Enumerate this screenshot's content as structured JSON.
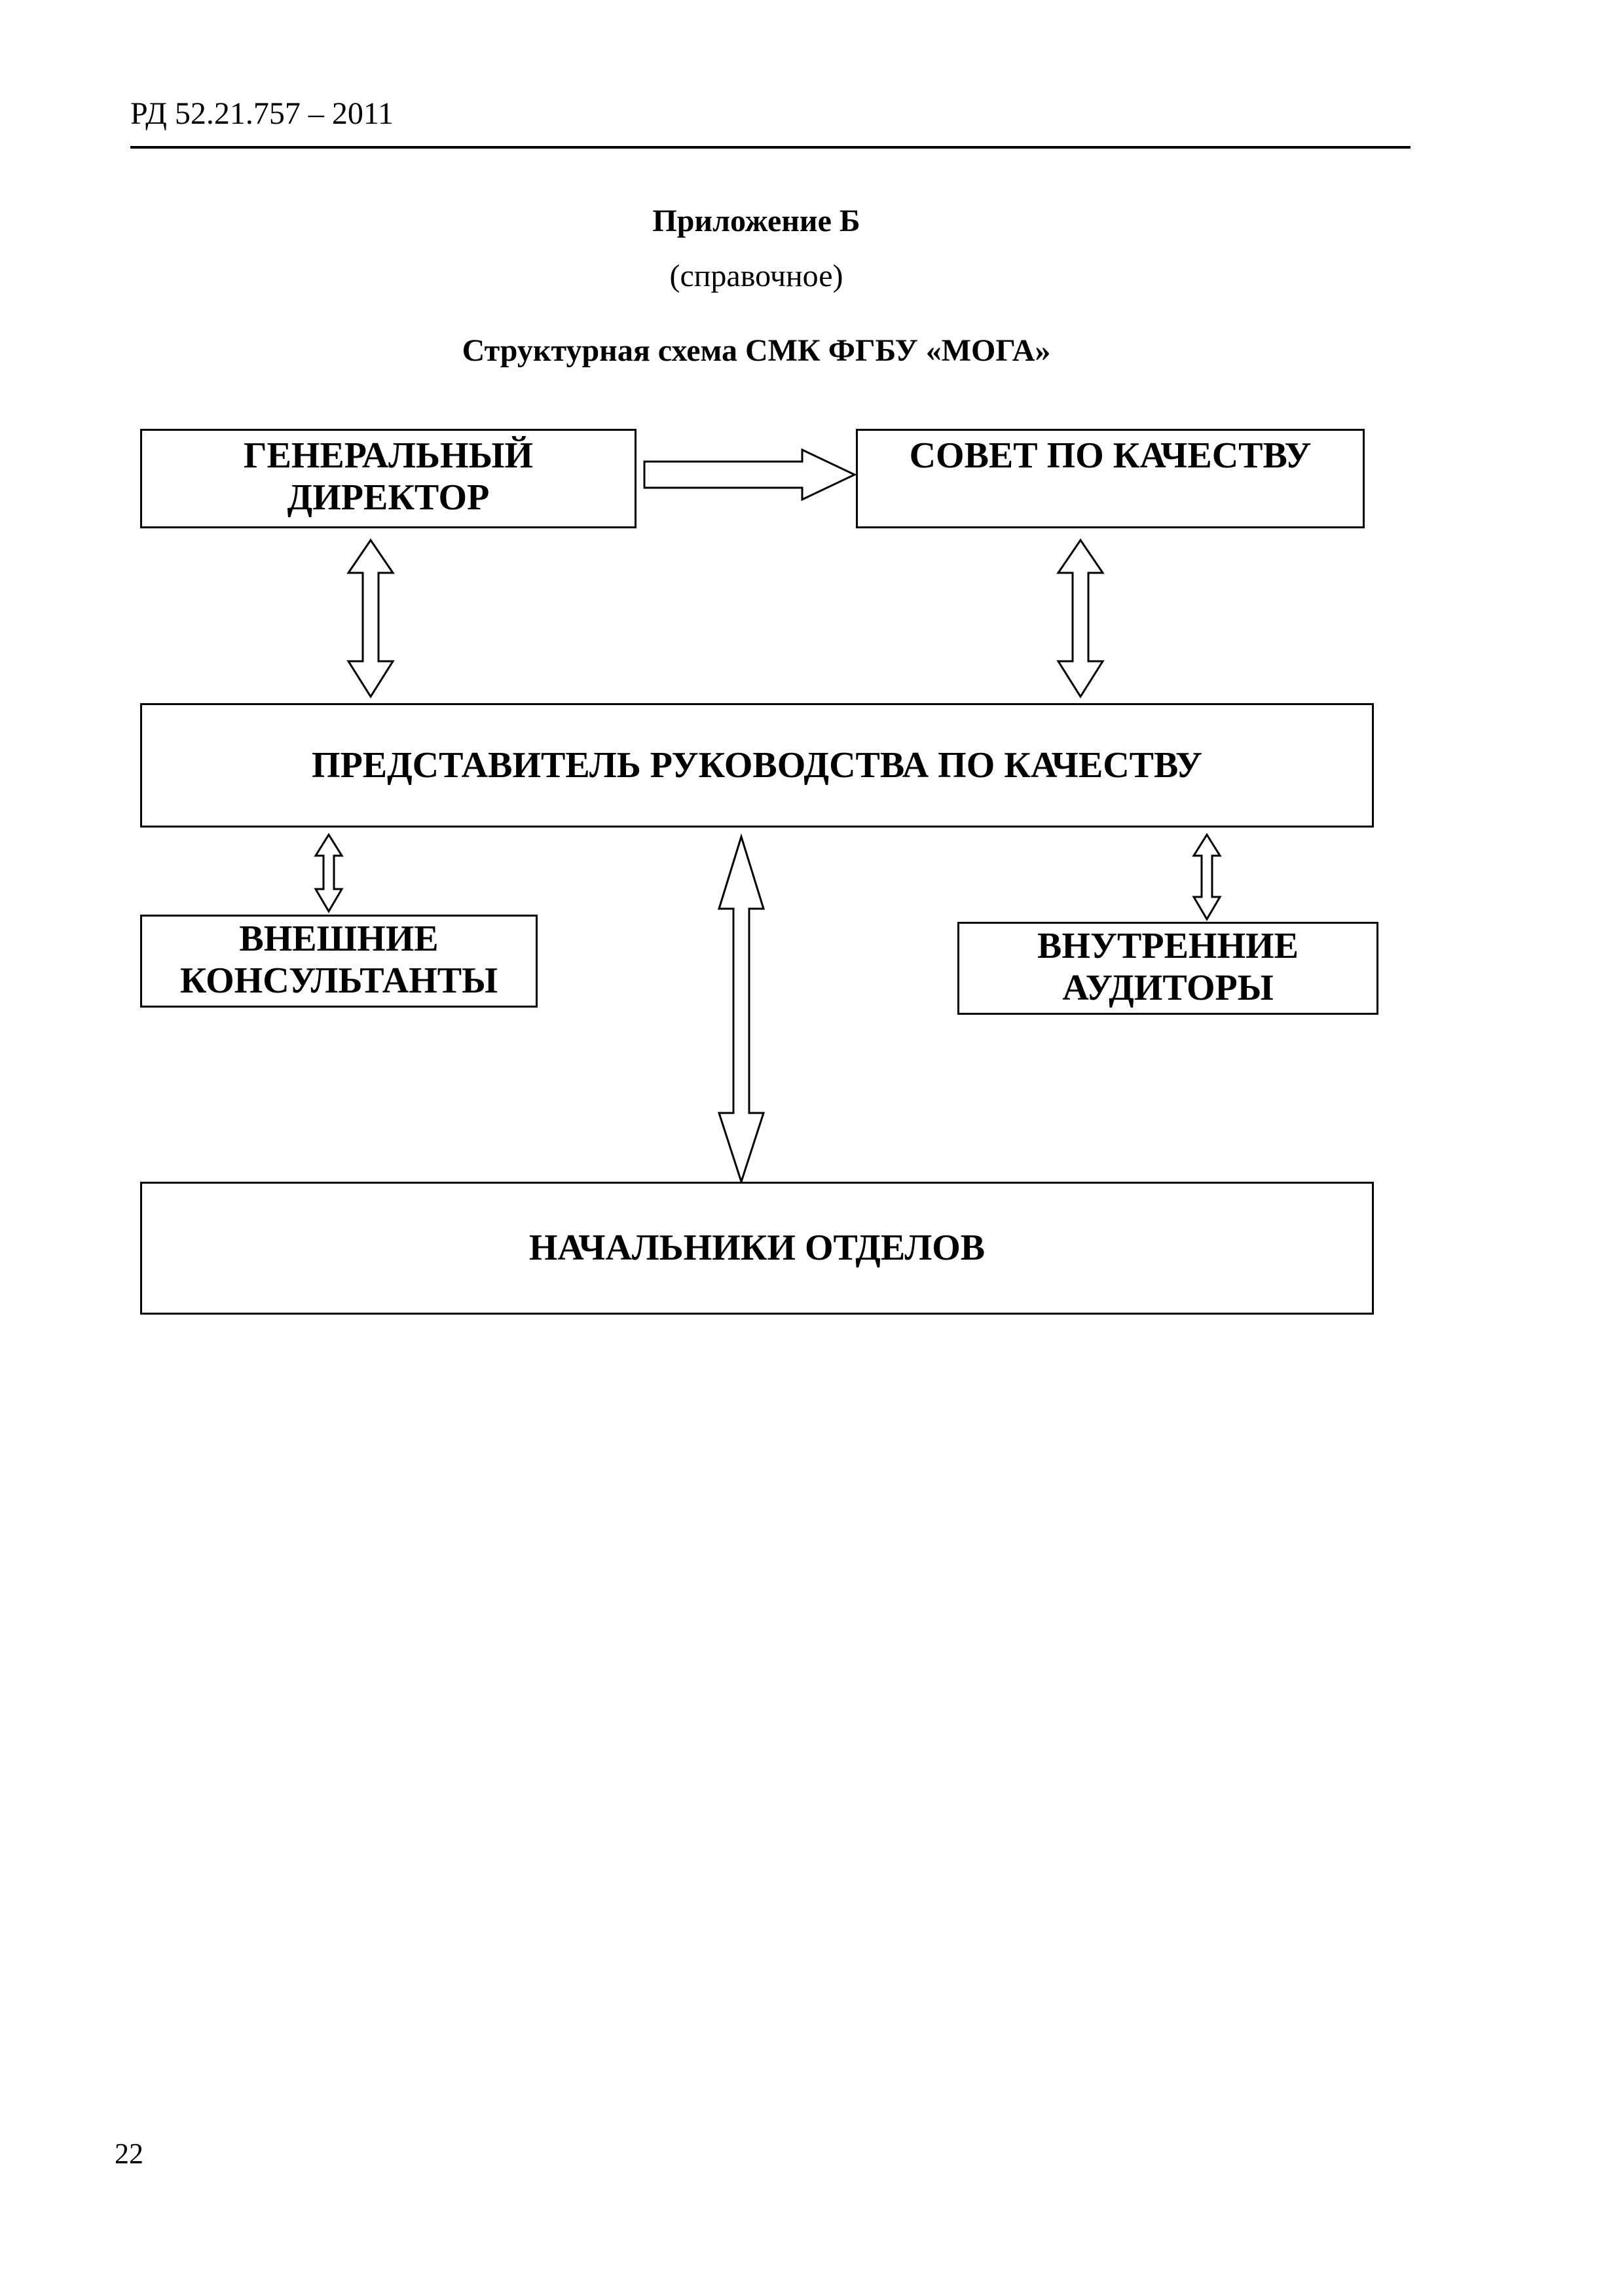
{
  "header": {
    "doc_code": "РД 52.21.757 – 2011"
  },
  "appendix": {
    "title": "Приложение Б",
    "note": "(справочное)"
  },
  "diagram": {
    "title": "Структурная схема СМК ФГБУ «МОГА»",
    "boxes": {
      "director": {
        "line1": "ГЕНЕРАЛЬНЫЙ",
        "line2": "ДИРЕКТОР"
      },
      "council": "СОВЕТ ПО КАЧЕСТВУ",
      "quality_rep": "ПРЕДСТАВИТЕЛЬ РУКОВОДСТВА ПО КАЧЕСТВУ",
      "external": {
        "line1": "ВНЕШНИЕ",
        "line2": "КОНСУЛЬТАНТЫ"
      },
      "internal": {
        "line1": "ВНУТРЕННИЕ",
        "line2": "АУДИТОРЫ"
      },
      "heads": "НАЧАЛЬНИКИ ОТДЕЛОВ"
    }
  },
  "footer": {
    "page_number": "22"
  }
}
